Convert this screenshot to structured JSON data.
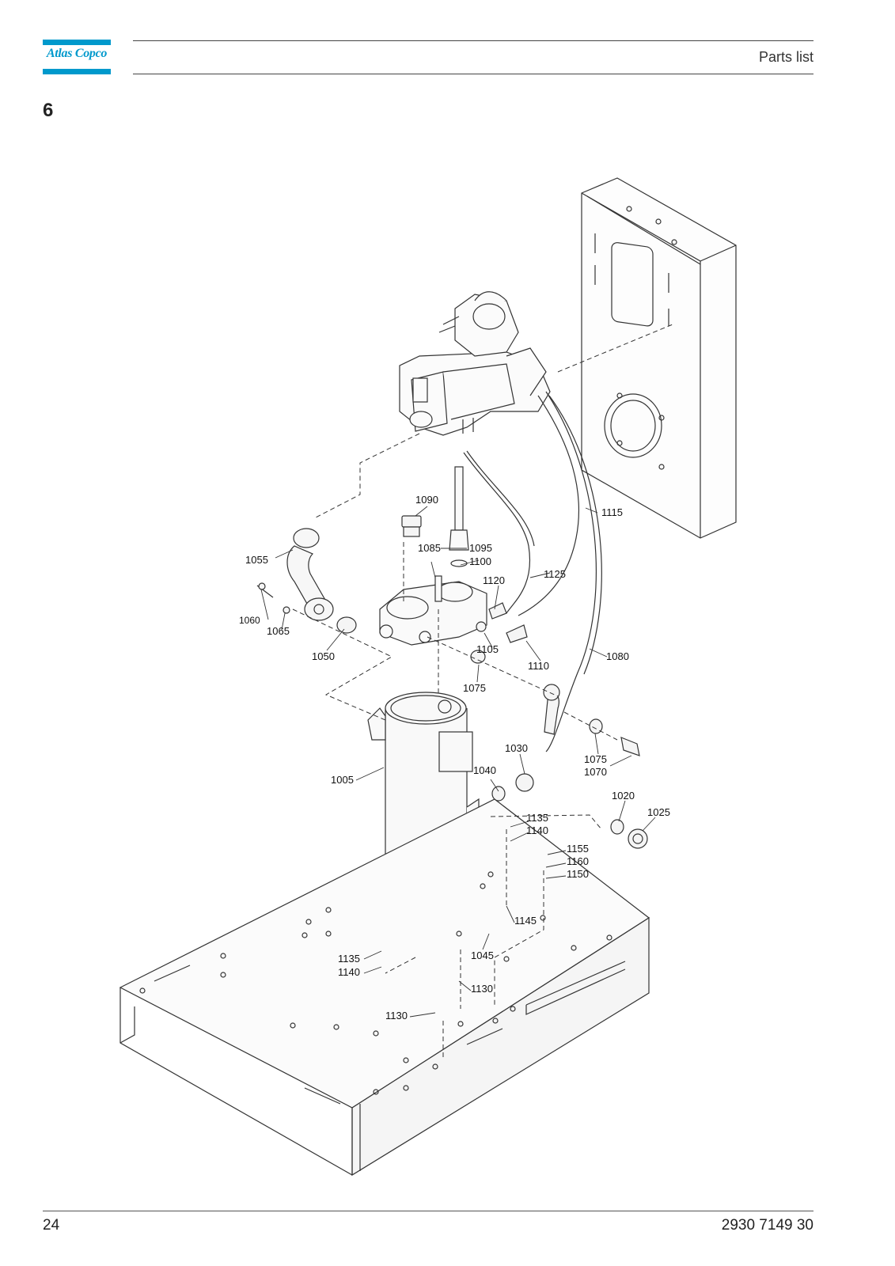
{
  "header": {
    "brand": "Atlas Copco",
    "title": "Parts list"
  },
  "section_number": "6",
  "diagram": {
    "callouts": [
      {
        "id": "c1090",
        "label": "1090"
      },
      {
        "id": "c1055",
        "label": "1055"
      },
      {
        "id": "c1085",
        "label": "1085"
      },
      {
        "id": "c1095",
        "label": "1095"
      },
      {
        "id": "c1100",
        "label": "1100"
      },
      {
        "id": "c1115",
        "label": "1115"
      },
      {
        "id": "c1120",
        "label": "1120"
      },
      {
        "id": "c1125",
        "label": "1125"
      },
      {
        "id": "c1060",
        "label": "1060"
      },
      {
        "id": "c1065",
        "label": "1065"
      },
      {
        "id": "c1050",
        "label": "1050"
      },
      {
        "id": "c1105",
        "label": "1105"
      },
      {
        "id": "c1110",
        "label": "1110"
      },
      {
        "id": "c1080",
        "label": "1080"
      },
      {
        "id": "c1075a",
        "label": "1075"
      },
      {
        "id": "c1030",
        "label": "1030"
      },
      {
        "id": "c1075b",
        "label": "1075"
      },
      {
        "id": "c1070",
        "label": "1070"
      },
      {
        "id": "c1005",
        "label": "1005"
      },
      {
        "id": "c1040",
        "label": "1040"
      },
      {
        "id": "c1020",
        "label": "1020"
      },
      {
        "id": "c1025",
        "label": "1025"
      },
      {
        "id": "c1135a",
        "label": "1135"
      },
      {
        "id": "c1140a",
        "label": "1140"
      },
      {
        "id": "c1155",
        "label": "1155"
      },
      {
        "id": "c1160",
        "label": "1160"
      },
      {
        "id": "c1150",
        "label": "1150"
      },
      {
        "id": "c1145",
        "label": "1145"
      },
      {
        "id": "c1135b",
        "label": "1135"
      },
      {
        "id": "c1140b",
        "label": "1140"
      },
      {
        "id": "c1045",
        "label": "1045"
      },
      {
        "id": "c1130a",
        "label": "1130"
      },
      {
        "id": "c1130b",
        "label": "1130"
      }
    ]
  },
  "footer": {
    "page_number": "24",
    "document_number": "2930 7149 30"
  }
}
